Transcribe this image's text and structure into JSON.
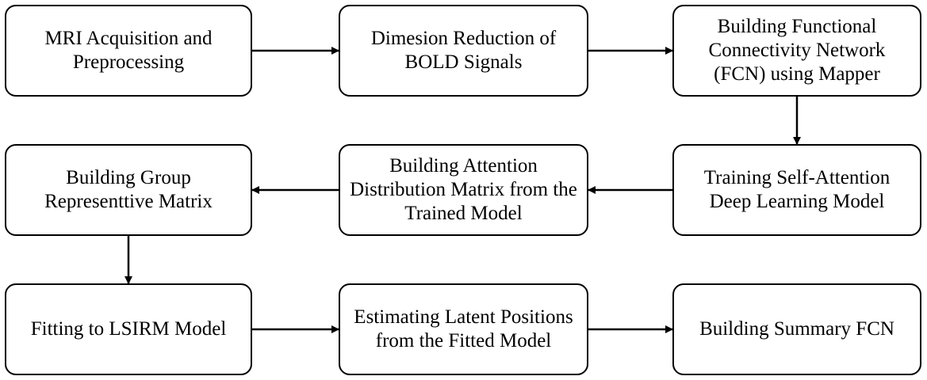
{
  "steps": [
    {
      "id": "s1",
      "label": "MRI Acquisition and Preprocessing"
    },
    {
      "id": "s2",
      "label": "Dimesion Reduction of BOLD Signals"
    },
    {
      "id": "s3",
      "label": "Building Functional Connectivity Network (FCN) using Mapper"
    },
    {
      "id": "s4",
      "label": "Training Self-Attention Deep Learning Model"
    },
    {
      "id": "s5",
      "label": "Building Attention Distribution Matrix from the Trained Model"
    },
    {
      "id": "s6",
      "label": "Building Group Representtive Matrix"
    },
    {
      "id": "s7",
      "label": "Fitting to LSIRM Model"
    },
    {
      "id": "s8",
      "label": "Estimating Latent Positions from the Fitted Model"
    },
    {
      "id": "s9",
      "label": "Building Summary FCN"
    }
  ],
  "edges": [
    {
      "from": "s1",
      "to": "s2",
      "direction": "right"
    },
    {
      "from": "s2",
      "to": "s3",
      "direction": "right"
    },
    {
      "from": "s3",
      "to": "s4",
      "direction": "down"
    },
    {
      "from": "s4",
      "to": "s5",
      "direction": "left"
    },
    {
      "from": "s5",
      "to": "s6",
      "direction": "left"
    },
    {
      "from": "s6",
      "to": "s7",
      "direction": "down"
    },
    {
      "from": "s7",
      "to": "s8",
      "direction": "right"
    },
    {
      "from": "s8",
      "to": "s9",
      "direction": "right"
    }
  ],
  "colors": {
    "stroke": "#000000",
    "fill": "#ffffff",
    "text": "#000000"
  }
}
